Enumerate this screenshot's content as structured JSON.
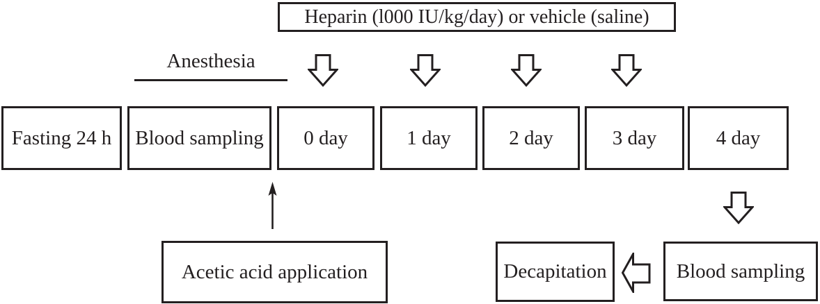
{
  "figure": {
    "treatment_label": "Heparin (l000 IU/kg/day) or vehicle (saline)",
    "anesthesia_label": "Anesthesia",
    "timeline_boxes": [
      "Fasting 24 h",
      "Blood sampling",
      "0 day",
      "1 day",
      "2 day",
      "3 day",
      "4 day"
    ],
    "acetic_acid_label": "Acetic acid application",
    "decapitation_label": "Decapitation",
    "final_blood_sampling_label": "Blood sampling"
  },
  "icons": {
    "block-arrow-down-icon": "⇩ hollow block arrow pointing down",
    "block-arrow-left-icon": "⇦ hollow block arrow pointing left",
    "up-arrow-icon": "↑ thin arrow pointing up"
  },
  "colors": {
    "ink": "#231f20",
    "background": "#ffffff"
  }
}
